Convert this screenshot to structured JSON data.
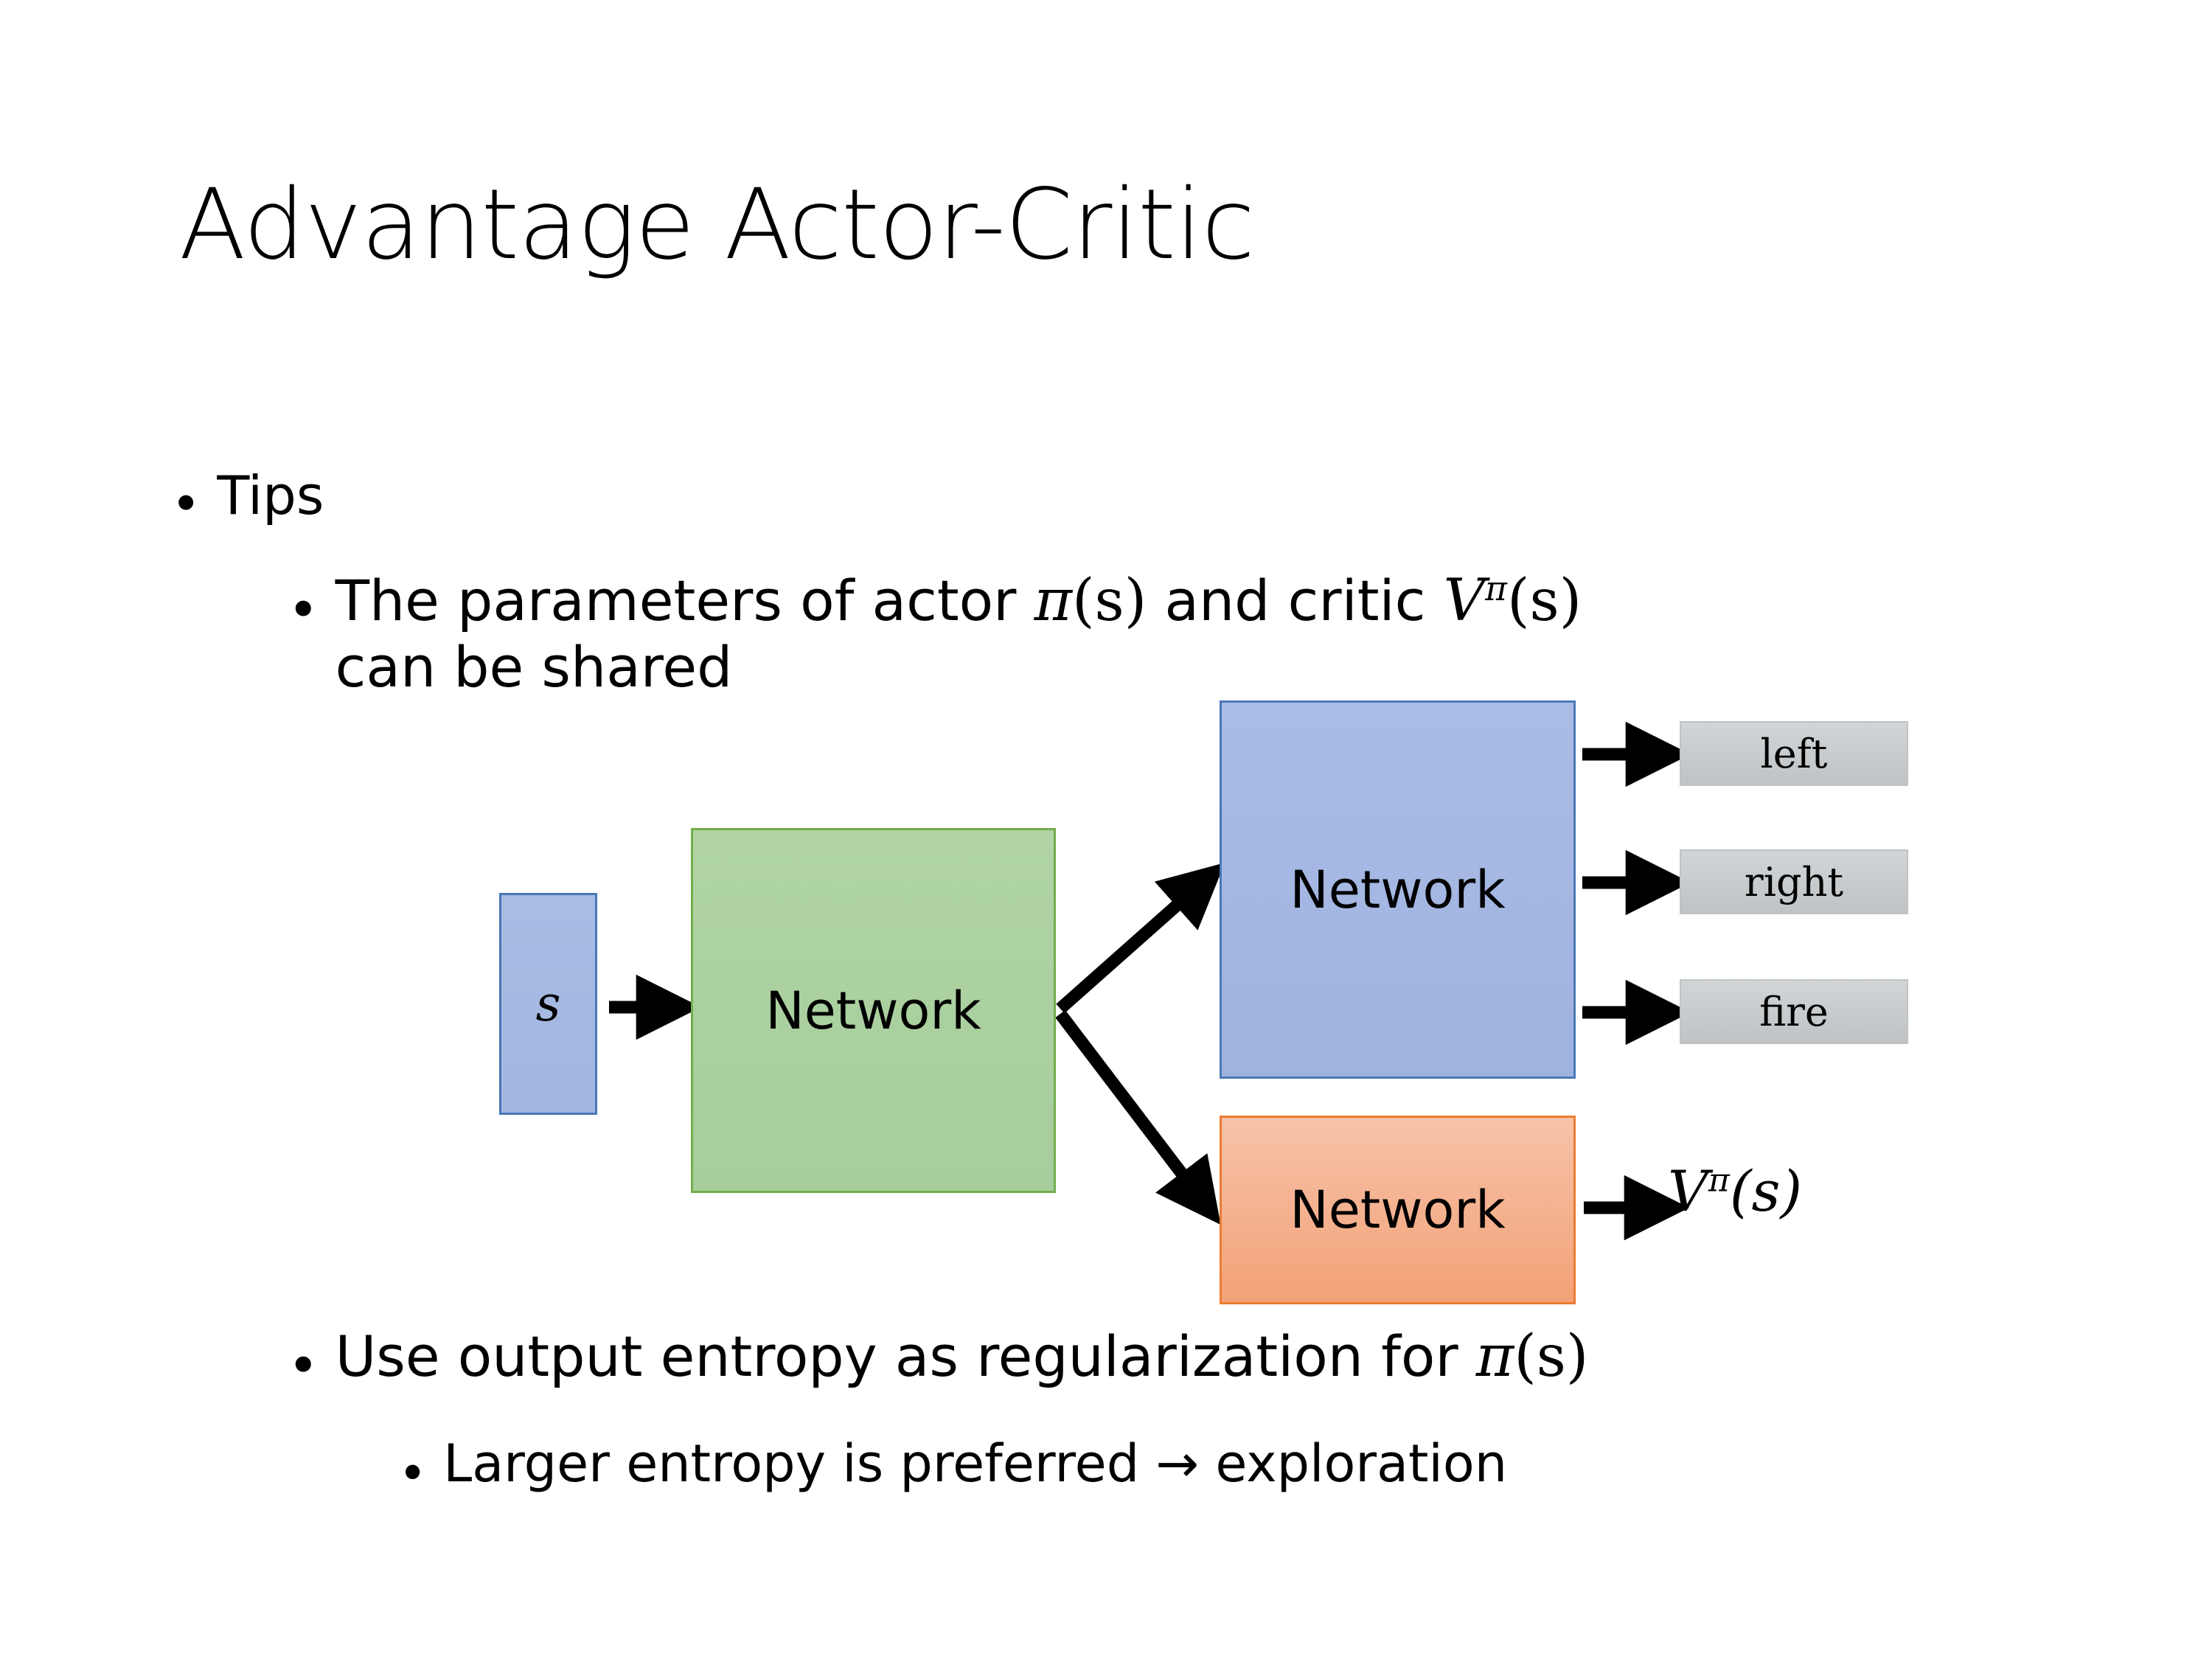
{
  "slide": {
    "title": "Advantage Actor-Critic",
    "background_color": "#ffffff"
  },
  "bullets": {
    "tips": {
      "marker": "•",
      "text": "Tips"
    },
    "parameters": {
      "marker": "•",
      "text_before_pi": "The parameters of actor ",
      "pi_symbol": "π",
      "pi_arg": "(s)",
      "text_middle": "  and critic ",
      "v_symbol": "V",
      "v_superscript": "π",
      "v_arg": "(s)",
      "text_line2": "can be shared"
    },
    "entropy": {
      "marker": "•",
      "text_before": "Use output entropy as regularization for ",
      "pi_symbol": "π",
      "pi_arg": "(s)"
    },
    "larger_entropy": {
      "marker": "•",
      "text": "Larger entropy is preferred → exploration"
    }
  },
  "diagram": {
    "state_node": {
      "label": "s",
      "fill": "#a3b6e0",
      "border": "#4a77b5"
    },
    "shared_network": {
      "label": "Network",
      "fill": "#a6cd9b",
      "border": "#72ad4c"
    },
    "actor_network": {
      "label": "Network",
      "fill": "#9fb3df",
      "border": "#4a77b5"
    },
    "critic_network": {
      "label": "Network",
      "fill": "#f3a277",
      "border": "#ec7c31"
    },
    "actions": [
      {
        "label": "left"
      },
      {
        "label": "right"
      },
      {
        "label": "fire"
      }
    ],
    "critic_output": {
      "symbol": "V",
      "superscript": "π",
      "arg": "(s)"
    },
    "arrow_color": "#000000"
  }
}
